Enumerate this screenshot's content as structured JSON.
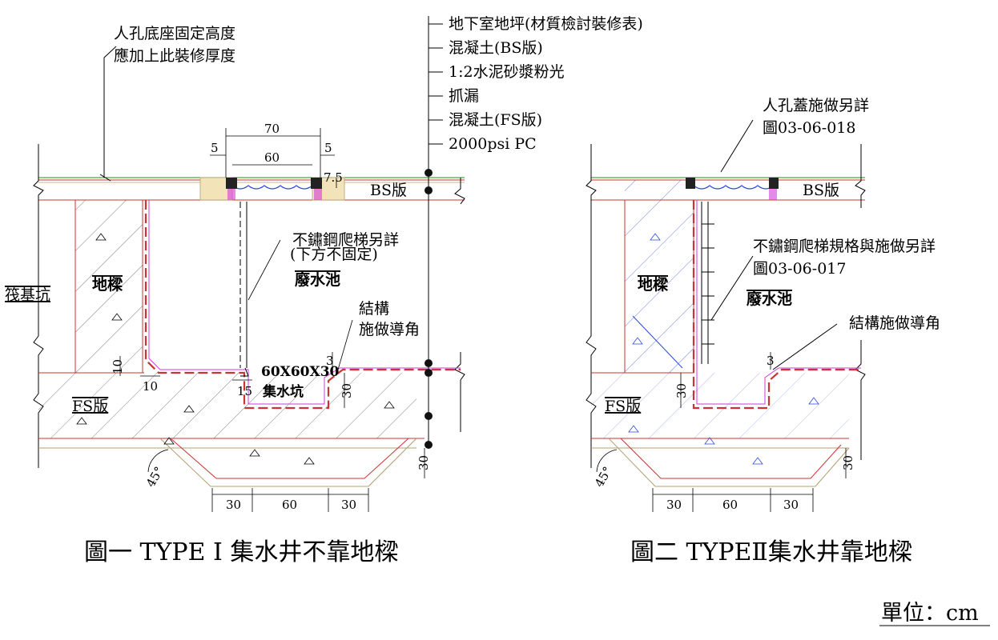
{
  "figure1": {
    "caption": "圖一  TYPE I 集水井不靠地樑",
    "note_lines": [
      "人孔底座固定高度",
      "應加上此裝修厚度"
    ],
    "layers": [
      "地下室地坪(材質檢討裝修表)",
      "混凝土(BS版)",
      "1:2水泥砂漿粉光",
      "抓漏",
      "混凝土(FS版)",
      "2000psi PC"
    ],
    "label_raft_pit": "筏基坑",
    "label_ground_beam": "地樑",
    "label_bs_slab": "BS版",
    "label_fs_slab": "FS版",
    "label_waste_pool": "廢水池",
    "ladder_lines": [
      "不鏽鋼爬梯另詳",
      "(下方不固定)"
    ],
    "chamfer_lines": [
      "結構",
      "施做導角"
    ],
    "sump_size": "60X60X30",
    "sump_label": "集水坑",
    "dims_top": {
      "overall": "70",
      "inner": "60",
      "left_edge": "5",
      "right_edge": "5",
      "side": "7.5"
    },
    "dims_misc": {
      "d10a": "10",
      "d10b": "10",
      "d15": "15",
      "d3": "3",
      "d30v1": "30",
      "d30v2": "30"
    },
    "dims_bottom": [
      "30",
      "60",
      "30"
    ],
    "angle": "45°"
  },
  "figure2": {
    "caption": "圖二  TYPEⅡ集水井靠地樑",
    "cover_lines": [
      "人孔蓋施做另詳",
      "圖03-06-018"
    ],
    "label_bs_slab": "BS版",
    "label_ground_beam": "地樑",
    "label_fs_slab": "FS版",
    "label_waste_pool": "廢水池",
    "ladder_lines": [
      "不鏽鋼爬梯規格與施做另詳",
      "圖03-06-017"
    ],
    "chamfer_label": "結構施做導角",
    "dims_misc": {
      "d3": "3",
      "d30v1": "30",
      "d30v2": "30"
    },
    "dims_bottom": [
      "30",
      "60",
      "30"
    ],
    "angle": "45°"
  },
  "unit_label": "單位：cm"
}
